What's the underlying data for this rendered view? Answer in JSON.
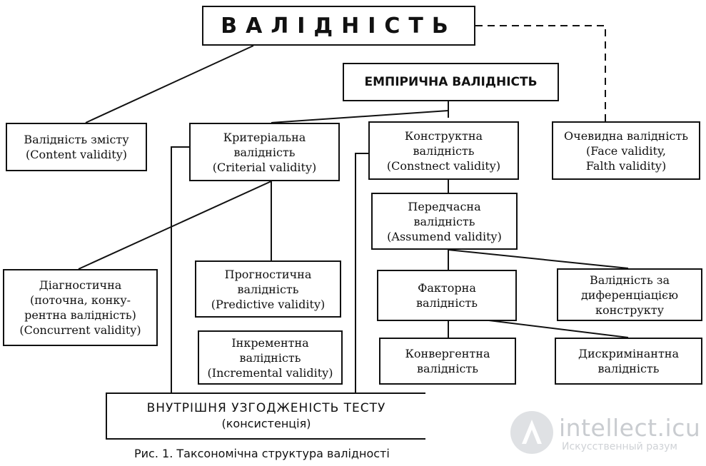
{
  "title": "ВАЛІДНІСТЬ",
  "empirical": "ЕМПІРИЧНА ВАЛІДНІСТЬ",
  "content_validity": [
    "Валідність змісту",
    "(Content validity)"
  ],
  "criterial_validity": [
    "Критеріальна",
    "валідність",
    "(Criterial validity)"
  ],
  "construct_validity": [
    "Конструктна",
    "валідність",
    "(Constnect validity)"
  ],
  "face_validity": [
    "Очевидна валідність",
    "(Face validity,",
    "Falth validity)"
  ],
  "assumed_validity": [
    "Передчасна",
    "валідність",
    "(Assumend validity)"
  ],
  "diagnostic_validity": [
    "Діагностична",
    "(поточна, конку-",
    "рентна валідність)",
    "(Concurrent validity)"
  ],
  "predictive_validity": [
    "Прогностична",
    "валідність",
    "(Predictive validity)"
  ],
  "incremental_validity": [
    "Інкрементна",
    "валідність",
    "(Incremental validity)"
  ],
  "factor_validity": [
    "Факторна",
    "валідність"
  ],
  "differentiation_validity": [
    "Валідність за",
    "диференціацією",
    "конструкту"
  ],
  "convergent_validity": [
    "Конвергентна",
    "валідність"
  ],
  "discriminant_validity": [
    "Дискримінантна",
    "валідність"
  ],
  "internal_consistency": [
    "ВНУТРІШНЯ УЗГОДЖЕНІСТЬ ТЕСТУ",
    "(консистенція)"
  ],
  "caption": "Рис. 1. Таксономічна структура валідності",
  "watermark": {
    "name": "intellect.icu",
    "tagline": "Искусственный разум"
  },
  "colors": {
    "ink": "#111111",
    "watermark": "#c9ccd0"
  }
}
